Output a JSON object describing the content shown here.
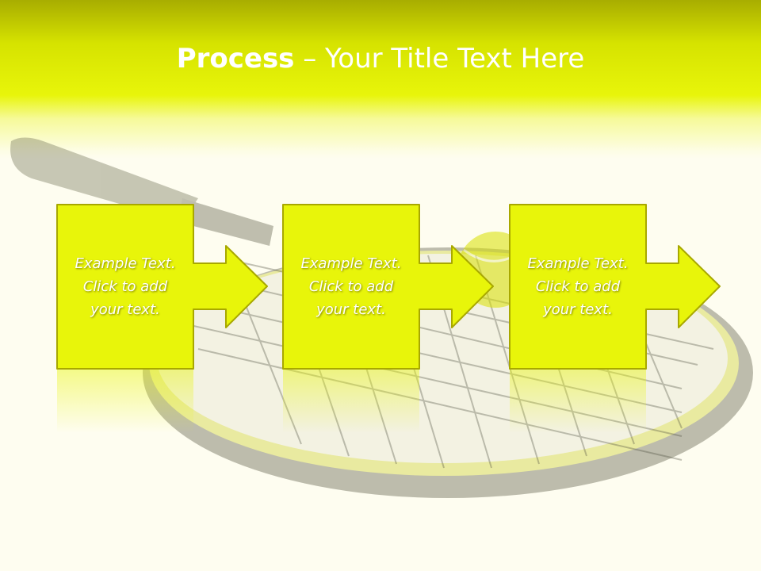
{
  "slide": {
    "title_bold": "Process",
    "title_rest": " – Your Title Text Here",
    "steps": [
      {
        "line1": "Example Text.",
        "line2": "Click  to add",
        "line3": "your text."
      },
      {
        "line1": "Example Text.",
        "line2": "Click  to add",
        "line3": "your text."
      },
      {
        "line1": "Example Text.",
        "line2": "Click  to add",
        "line3": "your text."
      }
    ]
  },
  "colors": {
    "title_band": "#e8f50a",
    "box_fill": "#e8f50a",
    "box_border": "#a8a800",
    "background": "#fefdf0"
  },
  "images": {
    "background": "tennis-racket-and-ball-image"
  }
}
